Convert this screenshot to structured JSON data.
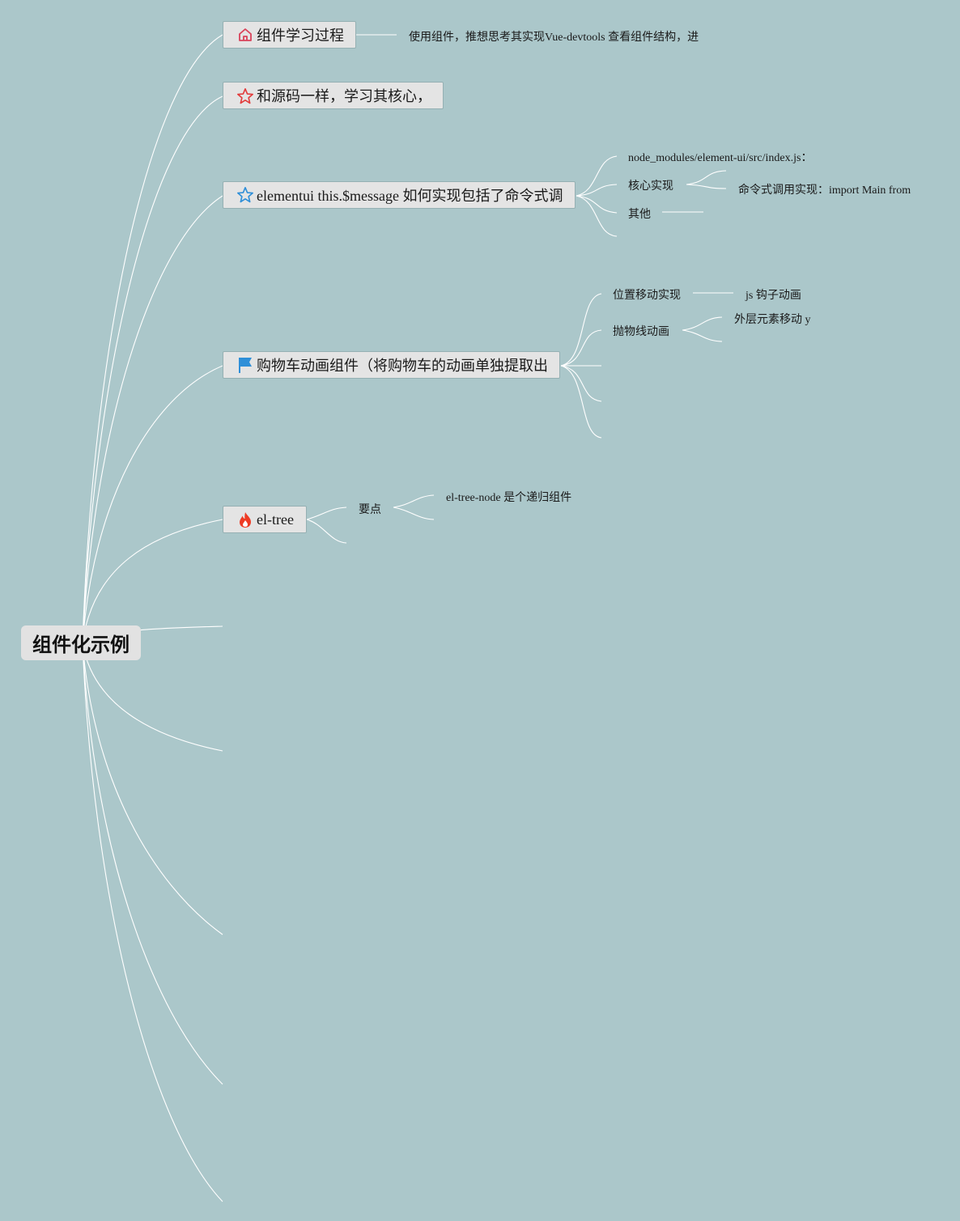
{
  "root": {
    "label": "组件化示例"
  },
  "topics": [
    {
      "label": "组件学习过程",
      "icon": "home-icon",
      "icon_color": "#d9435a",
      "children": [
        {
          "label": "使用组件，推想思考其实现Vue-devtools 查看组件结构，进"
        }
      ]
    },
    {
      "label": "和源码一样，学习其核心，",
      "icon": "star-outline-icon",
      "icon_color": "#e23c3c"
    },
    {
      "label": "elementui this.$message 如何实现包括了命令式调",
      "icon": "star-outline-icon",
      "icon_color": "#2f8fd8",
      "children": [
        {
          "label": "node_modules/element-ui/src/index.js："
        },
        {
          "label": "核心实现",
          "children": [
            {
              "label": "命令式调用实现：import Main from"
            }
          ]
        },
        {
          "label": "其他"
        }
      ]
    },
    {
      "label": "购物车动画组件（将购物车的动画单独提取出",
      "icon": "flag-icon",
      "icon_color": "#2f8fd8",
      "children": [
        {
          "label": "位置移动实现",
          "children": [
            {
              "label": "js 钩子动画"
            }
          ]
        },
        {
          "label": "抛物线动画",
          "children": [
            {
              "label": "外层元素移动 y"
            }
          ]
        }
      ]
    },
    {
      "label": "el-tree",
      "icon": "fire-icon",
      "icon_color": "#ee3b24",
      "children": [
        {
          "label": "要点",
          "children": [
            {
              "label": "el-tree-node 是个递归组件"
            }
          ]
        }
      ]
    }
  ],
  "colors": {
    "background": "#abc7ca",
    "line": "#ffffff",
    "node_fill": "#e4e4e4"
  }
}
